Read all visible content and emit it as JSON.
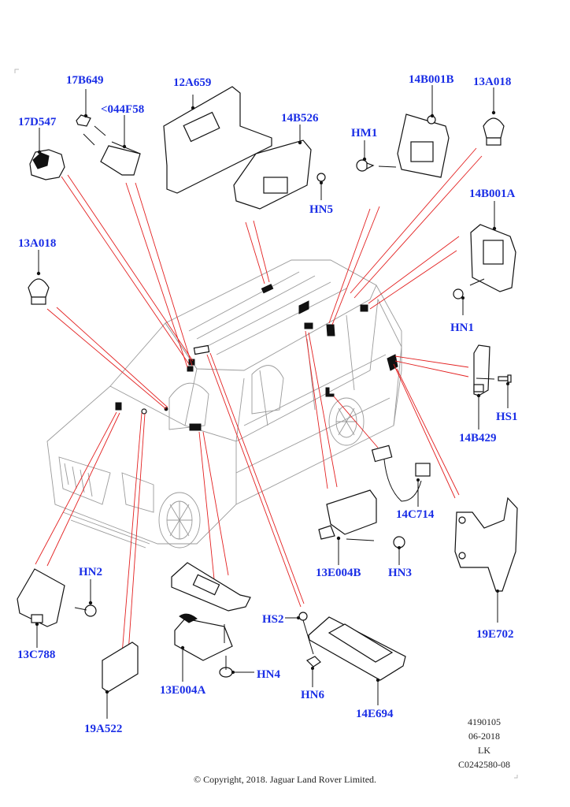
{
  "diagram": {
    "title": "Vehicle electronic modules – exploded parts view",
    "vehicle": "SUV (isometric outline)",
    "parts": [
      {
        "id": "p1",
        "label": "17B649"
      },
      {
        "id": "p2",
        "label": "<044F58"
      },
      {
        "id": "p3",
        "label": "17D547"
      },
      {
        "id": "p4",
        "label": "12A659"
      },
      {
        "id": "p5",
        "label": "14B526"
      },
      {
        "id": "p6",
        "label": "HN5"
      },
      {
        "id": "p7",
        "label": "HM1"
      },
      {
        "id": "p8",
        "label": "14B001B"
      },
      {
        "id": "p9",
        "label": "13A018"
      },
      {
        "id": "p10",
        "label": "14B001A"
      },
      {
        "id": "p11",
        "label": "HN1"
      },
      {
        "id": "p12",
        "label": "13A018"
      },
      {
        "id": "p13",
        "label": "14B429"
      },
      {
        "id": "p14",
        "label": "HS1"
      },
      {
        "id": "p15",
        "label": "14C714"
      },
      {
        "id": "p16",
        "label": "13E004B"
      },
      {
        "id": "p17",
        "label": "HN3"
      },
      {
        "id": "p18",
        "label": "19E702"
      },
      {
        "id": "p19",
        "label": "HN2"
      },
      {
        "id": "p20",
        "label": "13C788"
      },
      {
        "id": "p21",
        "label": "19A522"
      },
      {
        "id": "p22",
        "label": "13E004A"
      },
      {
        "id": "p23",
        "label": "HN4"
      },
      {
        "id": "p24",
        "label": "HS2"
      },
      {
        "id": "p25",
        "label": "HN6"
      },
      {
        "id": "p26",
        "label": "14E694"
      }
    ]
  },
  "reference": {
    "number": "4190105",
    "date": "06-2018",
    "initials": "LK",
    "code": "C0242580-08"
  },
  "footer": {
    "copyright": "© Copyright, 2018. Jaguar Land Rover Limited."
  },
  "colors": {
    "label": "#1a2ee6",
    "callout_line": "#e32020",
    "line_art": "#111111",
    "vehicle_outline": "#9a9a9a"
  }
}
